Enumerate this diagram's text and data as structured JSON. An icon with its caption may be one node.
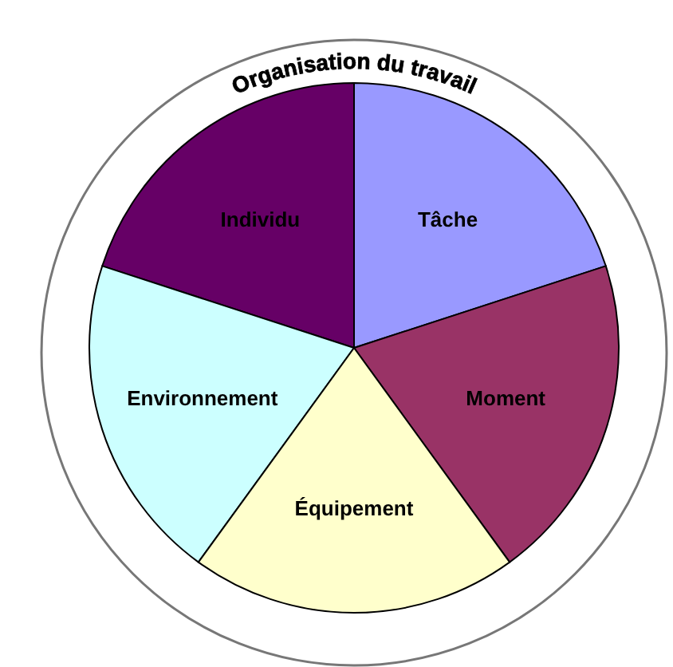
{
  "diagram": {
    "nodes": [
      {
        "text": [
          "Organisation du travail"
        ]
      },
      {
        "text": [
          "Individu"
        ],
        "in": 0
      },
      {
        "text": [
          "Tâche"
        ],
        "in": 0
      },
      {
        "text": [
          "Environnement"
        ],
        "in": 0
      },
      {
        "text": [
          "Moment"
        ],
        "in": 0
      },
      {
        "text": [
          "Équipement"
        ],
        "in": 0
      }
    ],
    "edges": []
  }
}
